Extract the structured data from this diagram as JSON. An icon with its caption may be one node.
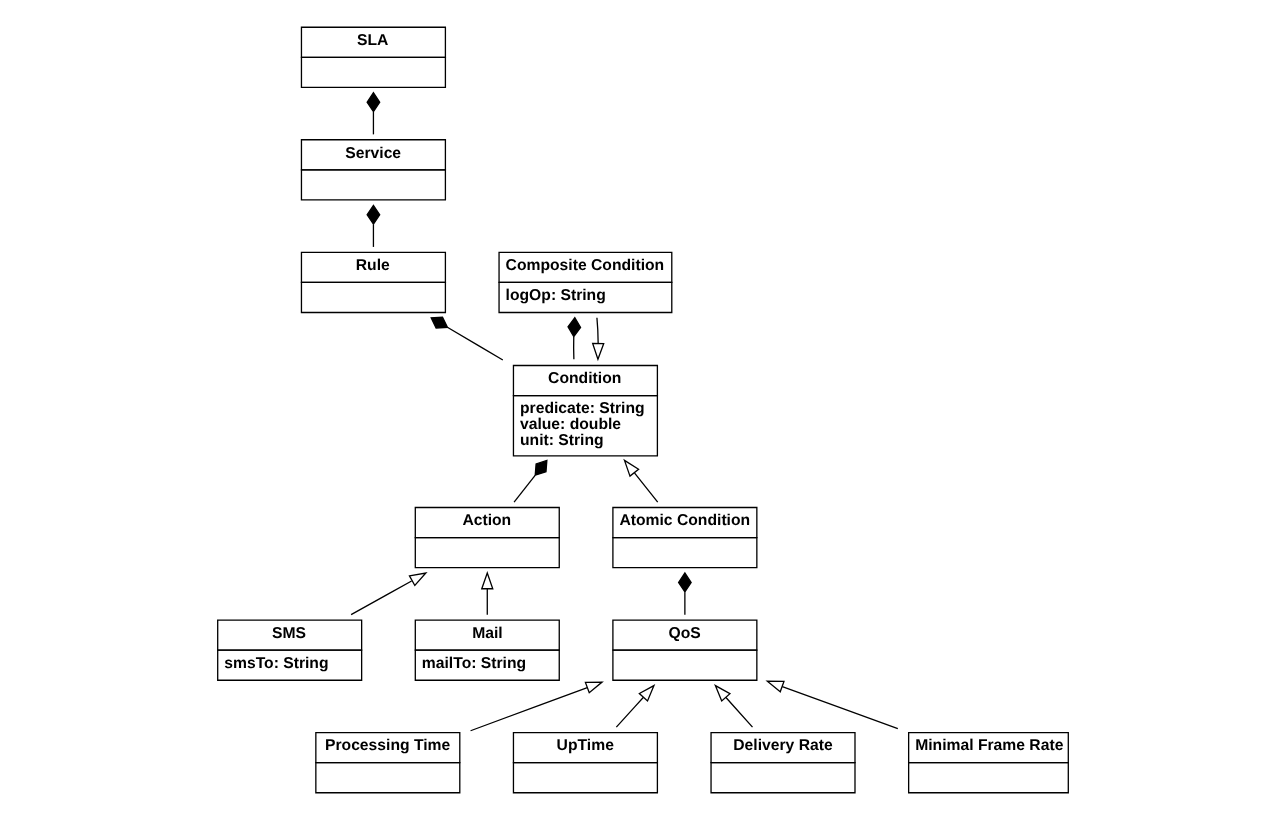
{
  "diagram": {
    "nodes": [
      {
        "text": [
          "SLA"
        ]
      },
      {
        "text": [
          "Service"
        ]
      },
      {
        "text": [
          "Rule"
        ]
      },
      {
        "text": [
          "SMS",
          "smsTo: String"
        ]
      },
      {
        "text": [
          "Mail",
          "mailTo: String"
        ]
      },
      {
        "text": [
          "Action"
        ]
      },
      {
        "text": [
          "Condition",
          "predicate: String",
          "value: double",
          "unit: String"
        ]
      },
      {
        "text": [
          "QoS"
        ]
      },
      {
        "text": [
          "Atomic Condition"
        ]
      },
      {
        "text": [
          "Composite Condition",
          "logOp: String"
        ]
      },
      {
        "text": [
          "Processing Time"
        ]
      },
      {
        "text": [
          "UpTime"
        ]
      },
      {
        "text": [
          "Delivery Rate"
        ]
      },
      {
        "text": [
          "Minimal Frame Rate"
        ]
      }
    ],
    "edges": [
      {
        "from": 1,
        "to": 0,
        "arrow": "other"
      },
      {
        "from": 2,
        "to": 1,
        "arrow": "other"
      },
      {
        "from": 6,
        "to": 2,
        "arrow": "other"
      },
      {
        "from": 3,
        "to": 5,
        "arrow": "to"
      },
      {
        "from": 4,
        "to": 5,
        "arrow": "to"
      },
      {
        "from": 5,
        "to": 6,
        "arrow": "other"
      },
      {
        "from": 8,
        "to": 6,
        "arrow": "to"
      },
      {
        "from": 9,
        "to": 6,
        "arrow": "to"
      },
      {
        "from": 6,
        "to": 9,
        "arrow": "other"
      },
      {
        "from": 7,
        "to": 8,
        "arrow": "other"
      },
      {
        "from": 10,
        "to": 7,
        "arrow": "to"
      },
      {
        "from": 11,
        "to": 7,
        "arrow": "to"
      },
      {
        "from": 12,
        "to": 7,
        "arrow": "to"
      },
      {
        "from": 13,
        "to": 7,
        "arrow": "to"
      }
    ]
  }
}
